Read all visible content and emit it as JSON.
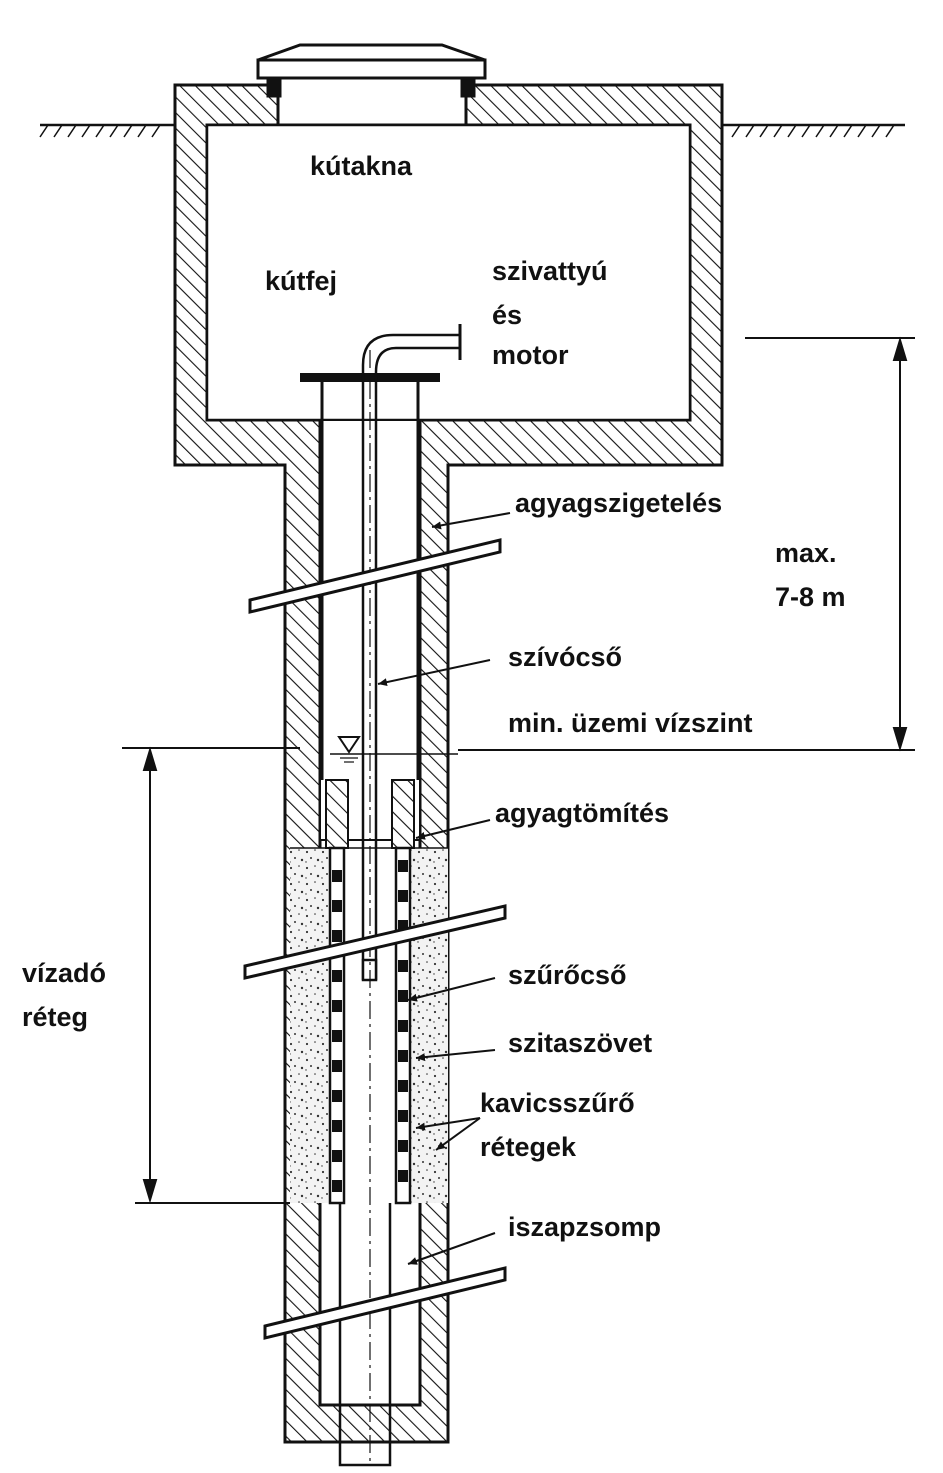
{
  "labels": {
    "chamber": "kútakna",
    "wellhead": "kútfej",
    "pump_line1": "szivattyú",
    "pump_line2": "és",
    "pump_line3": "motor",
    "clay_insulation": "agyagszigetelés",
    "max_line1": "max.",
    "max_line2": "7-8 m",
    "suction_pipe": "szívócső",
    "min_water_level": "min. üzemi vízszint",
    "clay_seal": "agyagtömítés",
    "aquifer_line1": "vízadó",
    "aquifer_line2": "réteg",
    "screen_pipe": "szűrőcső",
    "filter_mesh": "szitaszövet",
    "gravel_line1": "kavicsszűrő",
    "gravel_line2": "rétegek",
    "sump": "iszapzsomp"
  },
  "colors": {
    "ink": "#111111",
    "background": "#ffffff"
  },
  "icons": {
    "water_level_marker": "triangle-down-icon"
  }
}
